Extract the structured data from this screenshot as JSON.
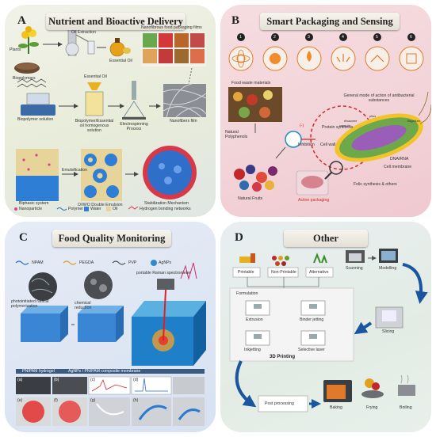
{
  "panels": {
    "a": {
      "letter": "A",
      "title": "Nutrient and Bioactive Delivery",
      "labels": {
        "oil_extraction": "Oil Extraction",
        "nanofibrous": "Nanofibrous food packaging films",
        "plants": "Plants",
        "essential_oil_1": "Essential Oil",
        "essential_oil_2": "Essential Oil",
        "biopolymers": "Biopolymers",
        "biopolymer_solution": "Biopolymer solution",
        "homogenous": "Biopolymer/Essential oil homogenous solution",
        "electrospinning": "Electrospinning Process",
        "nanofibers_film": "Nanofibers film",
        "emulsification": "Emulsification",
        "biphasic": "Biphasic system",
        "double_emulsion": "O/W/O Double Emulsion",
        "stabilization": "Stabilization Mechanism"
      },
      "legend": [
        "Nanoparticle",
        "Polymer",
        "Water",
        "Oil",
        "Hydrogen bonding networks"
      ]
    },
    "b": {
      "letter": "B",
      "title": "Smart Packaging and Sensing",
      "numbers": [
        "1",
        "2",
        "3",
        "4",
        "5",
        "6"
      ],
      "labels": {
        "food_waste": "Food waste materials",
        "general_mode": "General mode of action of antibacterial substances",
        "natural_polyphenols": "Natural Polyphenols",
        "inhibition": "Inhibition",
        "inhibit_sign": "(-)",
        "protein": "Protein synthesis",
        "cell_wall": "Cell wall",
        "dna": "DNA/RNA",
        "membrane": "Cell membrane",
        "folic": "Folic synthesis & others",
        "natural_fruits": "Natural Fruits",
        "active_packaging": "Active packaging",
        "pilus": "pilus",
        "ribosome": "ribosome",
        "capsule": "capsule",
        "flagellum": "flagellum"
      },
      "markers": [
        "1",
        "2",
        "3",
        "4",
        "5"
      ]
    },
    "c": {
      "letter": "C",
      "title": "Food Quality Monitoring",
      "legend": [
        "NPAM",
        "PEGDA",
        "PVP",
        "AgNPs"
      ],
      "labels": {
        "raman": "portable Raman spectrometer",
        "photo": "photoinitiated radical polymerization",
        "reduction": "chemical reduction",
        "hydrogel": "PNIPAM hydrogel",
        "composite": "AgNPs / PNIPAM composite membrane"
      },
      "subfigs": [
        "(a)",
        "(b)",
        "(c)",
        "(d)",
        "(e)",
        "(f)",
        "(g)",
        "(h)"
      ]
    },
    "d": {
      "letter": "D",
      "title": "Other",
      "labels": {
        "printable": "Printable",
        "non_printable": "Non-Printable",
        "alternative": "Alternative",
        "scanning": "Scanning",
        "modelling": "Modelling",
        "formulation": "Formulation",
        "extrusion": "Extrusion",
        "binder": "Binder jetting",
        "inkjetting": "Inkjetting",
        "selective": "Selective laser",
        "printing": "3D Printing",
        "slicing": "Slicing",
        "post": "Post processing",
        "baking": "Baking",
        "frying": "Frying",
        "boiling": "Boiling"
      }
    }
  }
}
